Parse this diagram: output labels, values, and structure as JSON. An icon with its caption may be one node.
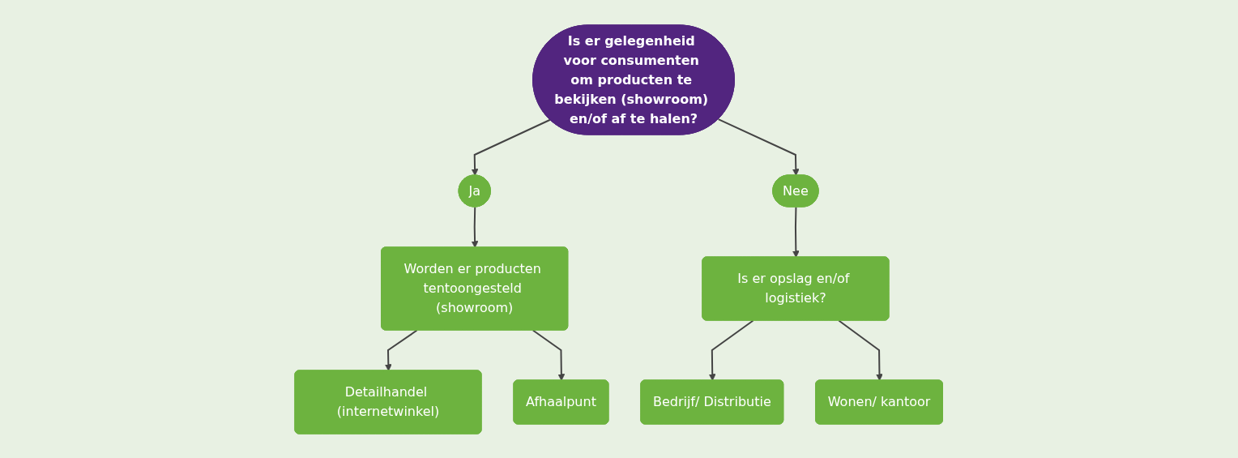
{
  "diagram": {
    "nodes": [
      {
        "text": [
          "Is er gelegenheid voor consumenten om producten te bekijken (showroom) en/of af te halen?"
        ]
      },
      {
        "text": [
          "Worden er producten tentoongesteld (showroom)"
        ]
      },
      {
        "text": [
          "Ja"
        ]
      },
      {
        "text": [
          "Nee"
        ]
      },
      {
        "text": [
          "Is er opslag en/of logistiek?"
        ]
      },
      {
        "text": [
          "Detailhandel (internetwinkel)"
        ]
      },
      {
        "text": [
          "Afhaalpunt"
        ]
      },
      {
        "text": [
          "Bedrijf/ Distributie"
        ]
      },
      {
        "text": [
          "Wonen/ kantoor"
        ]
      }
    ],
    "edges": [
      {
        "from": 0,
        "to": 2,
        "arrow": "to"
      },
      {
        "from": 0,
        "to": 3,
        "arrow": "to"
      },
      {
        "from": 2,
        "to": 1,
        "arrow": "to"
      },
      {
        "from": 3,
        "to": 4,
        "arrow": "to"
      },
      {
        "from": 1,
        "to": 5,
        "arrow": "to"
      },
      {
        "from": 1,
        "to": 6,
        "arrow": "to"
      },
      {
        "from": 4,
        "to": 7,
        "arrow": "to"
      },
      {
        "from": 4,
        "to": 8,
        "arrow": "to"
      }
    ]
  }
}
